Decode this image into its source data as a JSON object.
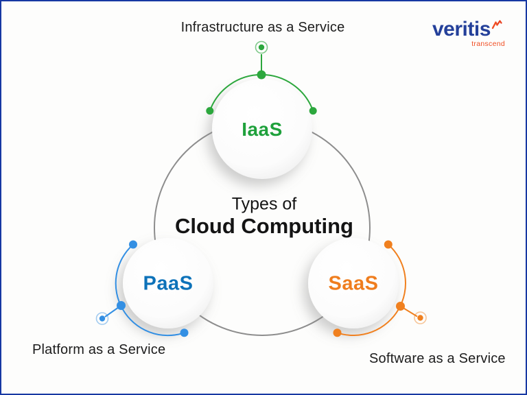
{
  "title_block": {
    "line1": "Types of",
    "line2": "Cloud Computing"
  },
  "nodes": [
    {
      "id": "iaas",
      "label": "IaaS",
      "caption": "Infrastructure as a Service",
      "color": "#1fa13c"
    },
    {
      "id": "paas",
      "label": "PaaS",
      "caption": "Platform as a Service",
      "color": "#0d72b9"
    },
    {
      "id": "saas",
      "label": "SaaS",
      "caption": "Software as a Service",
      "color": "#ef7d1e"
    }
  ],
  "logo": {
    "brand": "veritis",
    "tagline": "transcend",
    "brand_color": "#24409a",
    "tagline_color": "#f04e23"
  },
  "colors": {
    "background": "#fdfdfc",
    "page_border": "#1738a3",
    "ring_gray": "#8d8d8d",
    "green_accent": "#2ca73d",
    "blue_accent": "#338fe3",
    "orange_accent": "#f0801f",
    "caption_text": "#1c1c1c",
    "title_text": "#141414"
  }
}
